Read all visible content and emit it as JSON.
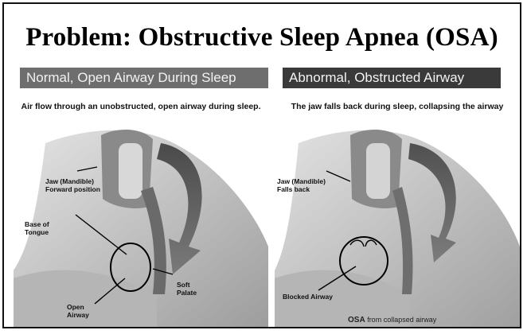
{
  "title": "Problem: Obstructive Sleep Apnea (OSA)",
  "left": {
    "banner": "Normal, Open Airway During Sleep",
    "caption": "Air flow through an unobstructed, open airway during sleep.",
    "labels": {
      "jaw": "Jaw (Mandible)\nForward position",
      "tongue": "Base of\nTongue",
      "palate": "Soft\nPalate",
      "airway": "Open\nAirway"
    }
  },
  "right": {
    "banner": "Abnormal, Obstructed Airway",
    "caption": "The jaw falls back during sleep, collapsing the airway",
    "labels": {
      "jaw": "Jaw (Mandible)\nFalls back",
      "airway": "Blocked Airway"
    },
    "footer_bold": "OSA",
    "footer_text": "from collapsed airway"
  }
}
